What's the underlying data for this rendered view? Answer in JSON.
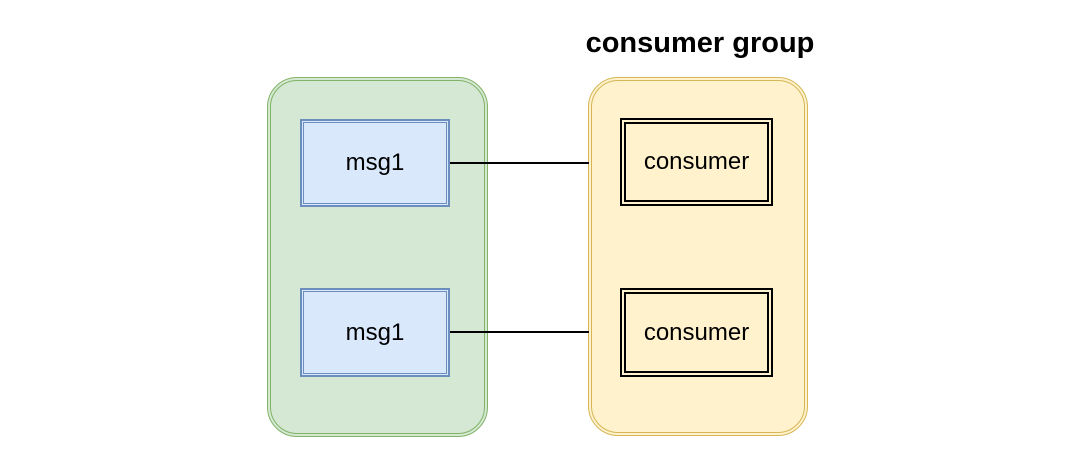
{
  "diagram": {
    "consumer_group": {
      "title": "consumer group",
      "consumers": [
        {
          "label": "consumer"
        },
        {
          "label": "consumer"
        }
      ]
    },
    "message_queue": {
      "messages": [
        {
          "label": "msg1"
        },
        {
          "label": "msg1"
        }
      ]
    },
    "connectors": [
      {
        "from": "msg1 (top)",
        "to": "consumer group (top)"
      },
      {
        "from": "msg1 (bottom)",
        "to": "consumer group (bottom)"
      }
    ],
    "colors": {
      "background": "#ffffff",
      "queue_container_fill": "#d5e8d4",
      "queue_container_stroke": "#82b366",
      "message_fill": "#dae8fc",
      "message_stroke": "#6c8ebf",
      "consumer_group_fill": "#fff2cc",
      "consumer_group_stroke": "#d6b656",
      "consumer_stroke": "#000000",
      "connector_color": "#000000",
      "title_color": "#000000"
    }
  }
}
